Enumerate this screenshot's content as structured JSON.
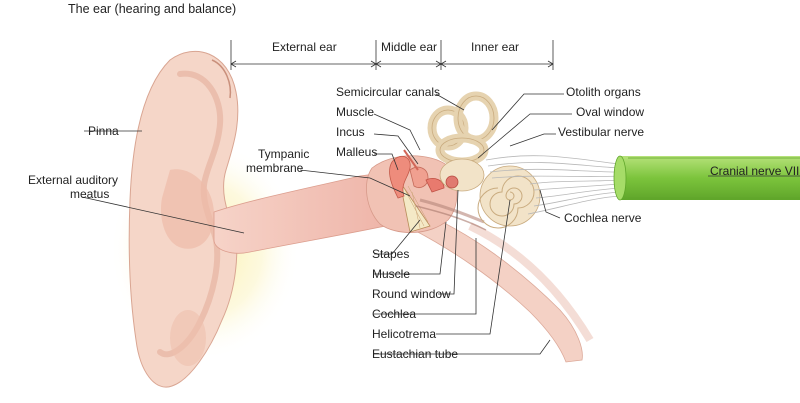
{
  "title": "The ear (hearing and balance)",
  "regions": {
    "external": "External ear",
    "middle": "Middle ear",
    "inner": "Inner ear"
  },
  "labels": {
    "pinna": "Pinna",
    "meatus_line1": "External auditory",
    "meatus_line2": "meatus",
    "tympanic_line1": "Tympanic",
    "tympanic_line2": "membrane",
    "semicircular": "Semicircular canals",
    "muscle_top": "Muscle",
    "incus": "Incus",
    "malleus": "Malleus",
    "otolith": "Otolith organs",
    "oval_window": "Oval window",
    "vestibular_nerve": "Vestibular nerve",
    "cranial_nerve": "Cranial nerve VIII",
    "cochlea_nerve": "Cochlea nerve",
    "stapes": "Stapes",
    "muscle_bottom": "Muscle",
    "round_window": "Round window",
    "cochlea": "Cochlea",
    "helicotrema": "Helicotrema",
    "eustachian": "Eustachian tube"
  },
  "colors": {
    "skin": "#f3d3c4",
    "skin_dark": "#e8b6a2",
    "canal": "#f2c3b6",
    "glow": "#fbf3b0",
    "bone": "#f2e3c8",
    "nerve_green": "#8fd14f",
    "tympanic_red": "#e0706a"
  }
}
